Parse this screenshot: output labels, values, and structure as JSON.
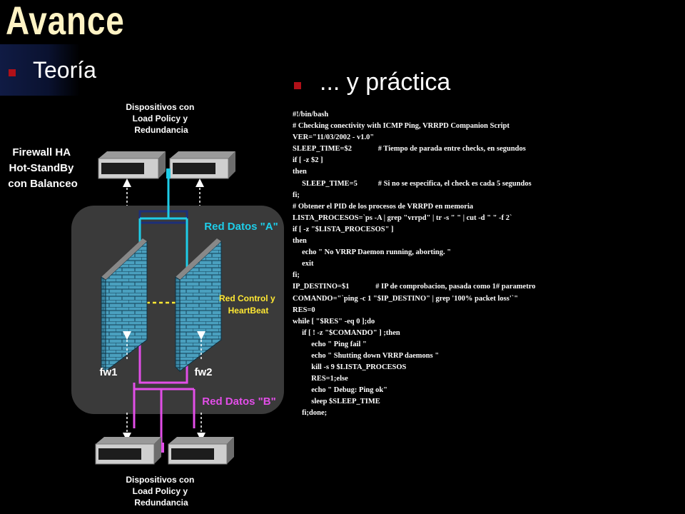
{
  "slide": {
    "title": "Avance",
    "bullet_left": "Teoría",
    "bullet_right": "... y práctica"
  },
  "diagram": {
    "top_devices_label": [
      "Dispositivos con",
      "Load Policy y",
      "Redundancia"
    ],
    "bottom_devices_label": [
      "Dispositivos con",
      "Load Policy y",
      "Redundancia"
    ],
    "ha_label": [
      "Firewall HA",
      "Hot-StandBy",
      "con Balanceo"
    ],
    "red_a": "Red Datos \"A\"",
    "red_b": "Red Datos \"B\"",
    "red_control": [
      "Red Control y",
      "HeartBeat"
    ],
    "fw1": "fw1",
    "fw2": "fw2",
    "colors": {
      "red_a": "#1ecde8",
      "red_b": "#e24ee8",
      "control": "#ffe833",
      "panel": "#3a3a3a",
      "brick": "#4aa0bf"
    }
  },
  "script": {
    "lines": [
      "#!/bin/bash",
      "# Checking conectivity with ICMP Ping, VRRPD Companion Script",
      "VER=\"11/03/2002 - v1.0\"",
      "SLEEP_TIME=$2              # Tiempo de parada entre checks, en segundos",
      "if [ -z $2 ]",
      "then",
      "     SLEEP_TIME=5           # Si no se especifica, el check es cada 5 segundos",
      "fi;",
      "# Obtener el PID de los procesos de VRRPD en memoria",
      "LISTA_PROCESOS=`ps -A | grep \"vrrpd\" | tr -s \" \" | cut -d \" \" -f 2`",
      "if [ -z \"$LISTA_PROCESOS\" ]",
      "then",
      "     echo \" No VRRP Daemon running, aborting. \"",
      "     exit",
      "fi;",
      "IP_DESTINO=$1              # IP de comprobacion, pasada como 1# parametro",
      "COMANDO=\"`ping -c 1 \"$IP_DESTINO\" | grep '100% packet loss'`\"",
      "RES=0",
      "while [ \"$RES\" -eq 0 ];do",
      "     if [ ! -z \"$COMANDO\" ] ;then",
      "          echo \" Ping fail \"",
      "          echo \" Shutting down VRRP daemons \"",
      "          kill -s 9 $LISTA_PROCESOS",
      "          RES=1;else",
      "          echo \" Debug: Ping ok\"",
      "          sleep $SLEEP_TIME",
      "     fi;done;"
    ]
  }
}
